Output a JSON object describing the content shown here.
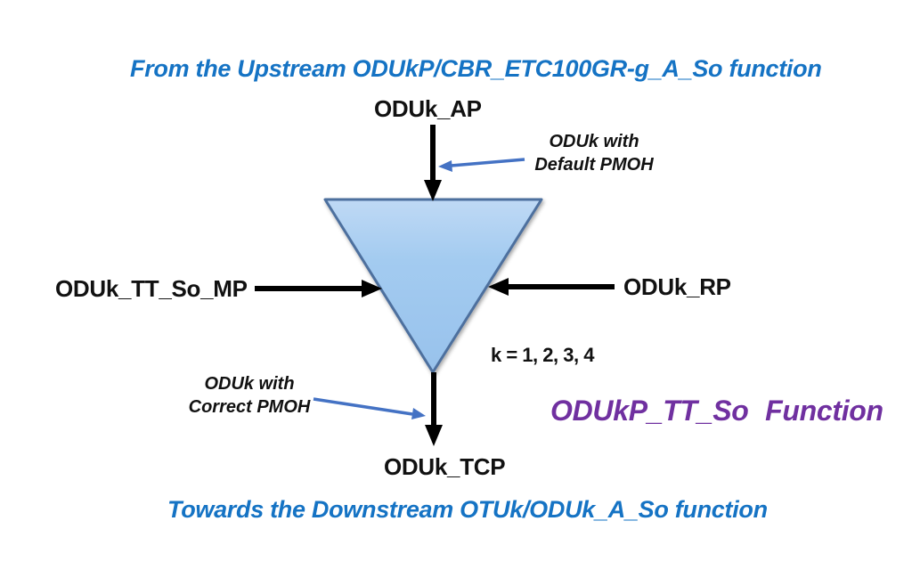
{
  "diagram": {
    "title_top": "From the Upstream ODUkP/CBR_ETC100GR-g_A_So function",
    "title_bottom": "Towards the Downstream OTUk/ODUk_A_So function",
    "function_label": "ODUkP_TT_So Function",
    "k_values": "k = 1, 2, 3, 4",
    "ports": {
      "top": "ODUk_AP",
      "left": "ODUk_TT_So_MP",
      "right": "ODUk_RP",
      "bottom": "ODUk_TCP"
    },
    "annotations": {
      "top": {
        "line1": "ODUk with",
        "line2": "Default PMOH"
      },
      "bottom": {
        "line1": "ODUk with",
        "line2": "Correct PMOH"
      }
    },
    "colors": {
      "title_blue": "#1573C4",
      "function_purple": "#7030A0",
      "text_black": "#111111",
      "arrow_black": "#000000",
      "annotation_arrow_blue": "#4472C4",
      "triangle_fill_top": "#BFD9F5",
      "triangle_fill_mid": "#A3CBF0",
      "triangle_fill_bottom": "#98C2EC",
      "triangle_border": "#4E6F9E"
    }
  }
}
